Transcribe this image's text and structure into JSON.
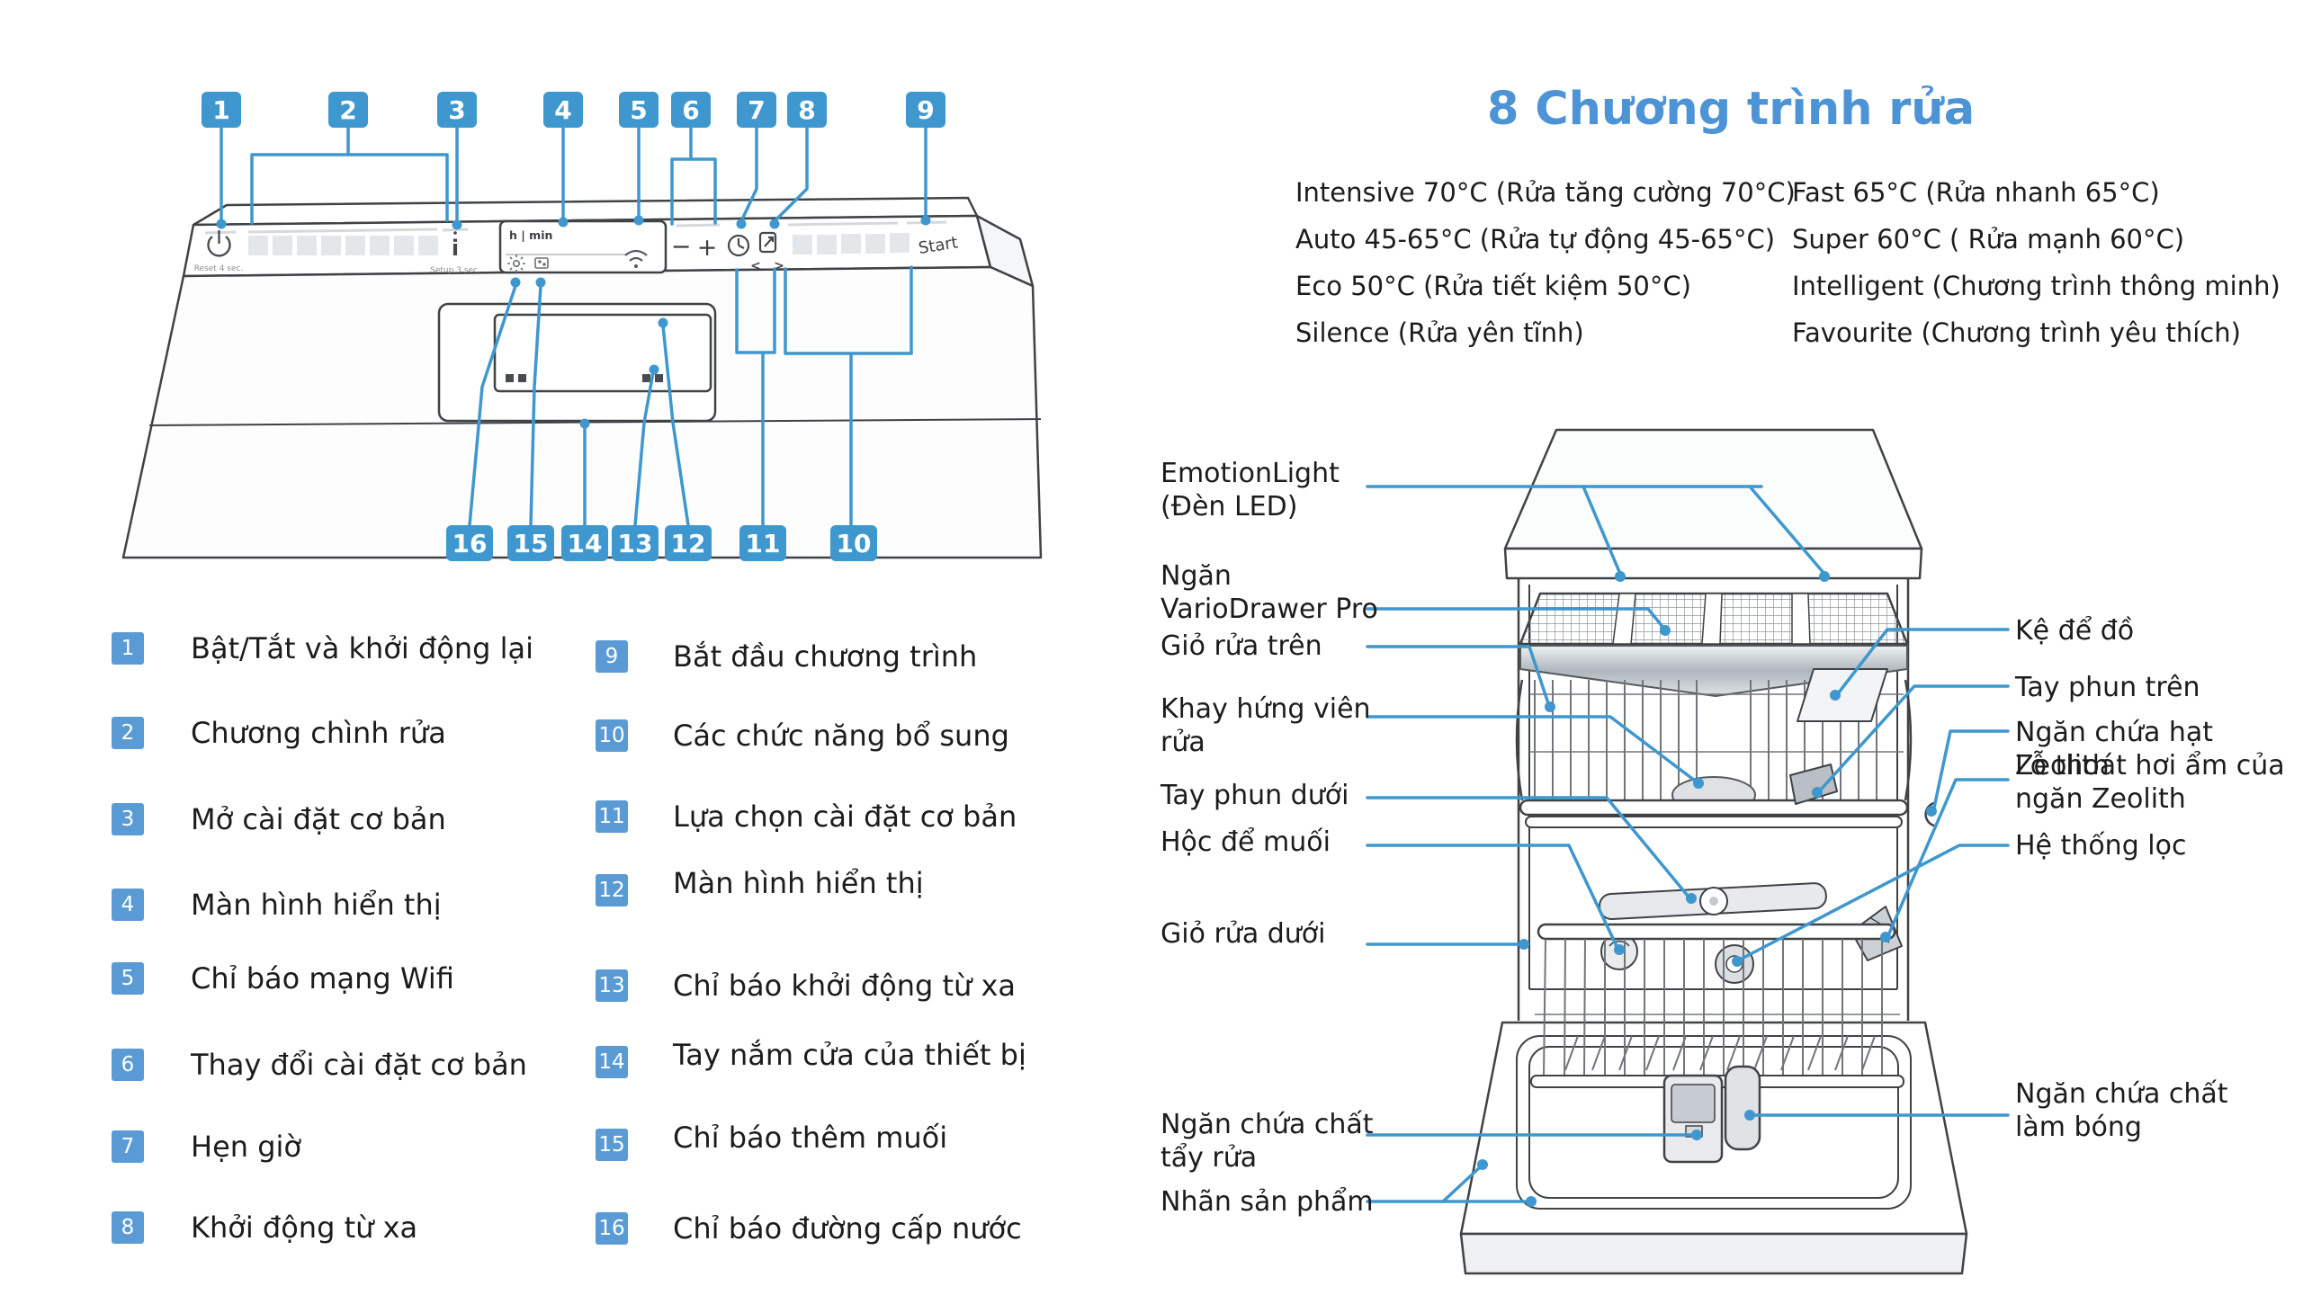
{
  "colors": {
    "callout_blue": "#3E97CE",
    "legend_blue": "#5B9BD5",
    "heading_blue": "#4D94D6",
    "line_blue": "#3E97CE",
    "text": "#1c1c1c"
  },
  "callouts": {
    "top": [
      "1",
      "2",
      "3",
      "4",
      "5",
      "6",
      "7",
      "8",
      "9"
    ],
    "bottom": [
      "16",
      "15",
      "14",
      "13",
      "12",
      "11",
      "10"
    ]
  },
  "panel_text": {
    "hmin": "h | min",
    "start": "Start",
    "reset": "Reset 4 sec.",
    "setup": "Setup 3 sec.",
    "minus": "−",
    "plus": "+",
    "chev_left": "<",
    "chev_right": ">"
  },
  "legend": {
    "left": [
      {
        "num": "1",
        "label": "Bật/Tắt và khởi động lại"
      },
      {
        "num": "2",
        "label": "Chương chình rửa"
      },
      {
        "num": "3",
        "label": "Mở cài đặt cơ bản"
      },
      {
        "num": "4",
        "label": "Màn hình hiển thị"
      },
      {
        "num": "5",
        "label": "Chỉ báo mạng Wifi"
      },
      {
        "num": "6",
        "label": "Thay đổi cài đặt cơ bản"
      },
      {
        "num": "7",
        "label": "Hẹn giờ"
      },
      {
        "num": "8",
        "label": "Khởi động từ xa"
      }
    ],
    "right": [
      {
        "num": "9",
        "label": "Bắt đầu chương trình"
      },
      {
        "num": "10",
        "label": "Các chức năng bổ sung"
      },
      {
        "num": "11",
        "label": "Lựa chọn cài đặt cơ bản"
      },
      {
        "num": "12",
        "label": "Màn hình hiển thị"
      },
      {
        "num": "13",
        "label": "Chỉ báo khởi động từ xa"
      },
      {
        "num": "14",
        "label": "Tay nắm cửa của thiết bị"
      },
      {
        "num": "15",
        "label": "Chỉ báo thêm muối"
      },
      {
        "num": "16",
        "label": "Chỉ báo đường cấp nước"
      }
    ]
  },
  "programs": {
    "heading": "8 Chương trình rửa",
    "col1": [
      "Intensive 70°C (Rửa tăng cường 70°C)",
      "Auto 45-65°C (Rửa tự động 45-65°C)",
      "Eco 50°C (Rửa tiết kiệm 50°C)",
      "Silence (Rửa yên tĩnh)"
    ],
    "col2": [
      "Fast 65°C (Rửa nhanh 65°C)",
      "Super 60°C ( Rửa mạnh 60°C)",
      "Intelligent (Chương trình thông minh)",
      "Favourite (Chương trình yêu thích)"
    ]
  },
  "dishwasher": {
    "left_labels": [
      "EmotionLight\n(Đèn LED)",
      "Ngăn\nVarioDrawer Pro",
      "Giỏ rửa trên",
      "Khay hứng viên\nrửa",
      "Tay phun dưới",
      "Hộc để muối",
      "Giỏ rửa dưới",
      "Ngăn chứa chất\ntẩy rửa",
      "Nhãn sản phẩm"
    ],
    "right_labels": [
      "Kệ để đồ",
      "Tay phun trên",
      "Ngăn chứa hạt Zeolith",
      "Lỗ thoát hơi ẩm của\nngăn Zeolith",
      "Hệ thống lọc",
      "Ngăn chứa chất\nlàm bóng"
    ]
  }
}
